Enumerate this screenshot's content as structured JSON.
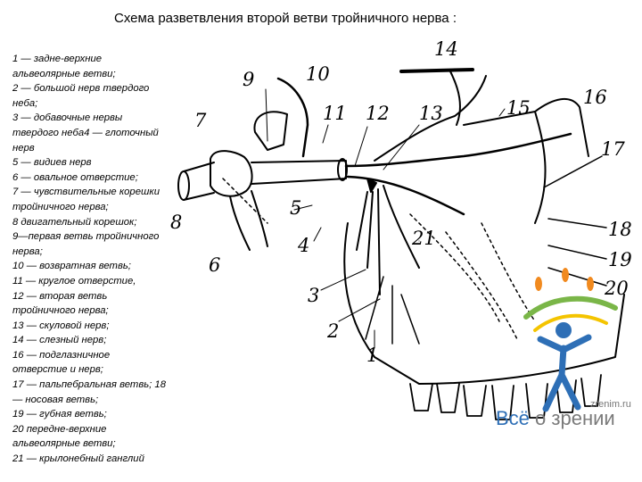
{
  "title": "Схема разветвления второй ветви тройничного нерва :",
  "legend": [
    "1 — задне-верхние",
    "альвеолярные ветви;",
    "2 — большой нерв твердого",
    "неба;",
    "3 — добавочные нервы",
    "твердого неба4 — глоточный",
    "нерв",
    "5 — видиев нерв",
    "6 — овальное отверстие;",
    "7 — чувствительные корешки",
    "тройничного нерва;",
    "8 двигательный корешок;",
    "9—первая ветвь тройничного",
    "нерва;",
    "10 — возвратная ветвь;",
    "11 — круглое отверстие,",
    "12 — вторая ветвь",
    "тройничного нерва;",
    "13 — скуловой нерв;",
    "14 — слезный нерв;",
    "16 — подглазничное",
    "отверстие и нерв;",
    "17 — пальпебральная ветвь; 18",
    "— носовая ветвь;",
    "19 — губная ветвь;",
    "20 передне-верхние",
    "альвеолярные ветви;",
    "21 — крылонебный ганглий"
  ],
  "diagram_labels": [
    "1",
    "2",
    "3",
    "4",
    "5",
    "6",
    "7",
    "8",
    "9",
    "10",
    "11",
    "12",
    "13",
    "14",
    "15",
    "16",
    "17",
    "18",
    "19",
    "20",
    "21"
  ],
  "watermark": {
    "site": "zrenim.ru",
    "brand_part1": "Всё",
    "brand_part2": " о зрении",
    "colors": {
      "blue": "#2e6fb6",
      "green": "#7ab648",
      "orange": "#f18a1f",
      "yellow": "#f4c400"
    }
  }
}
